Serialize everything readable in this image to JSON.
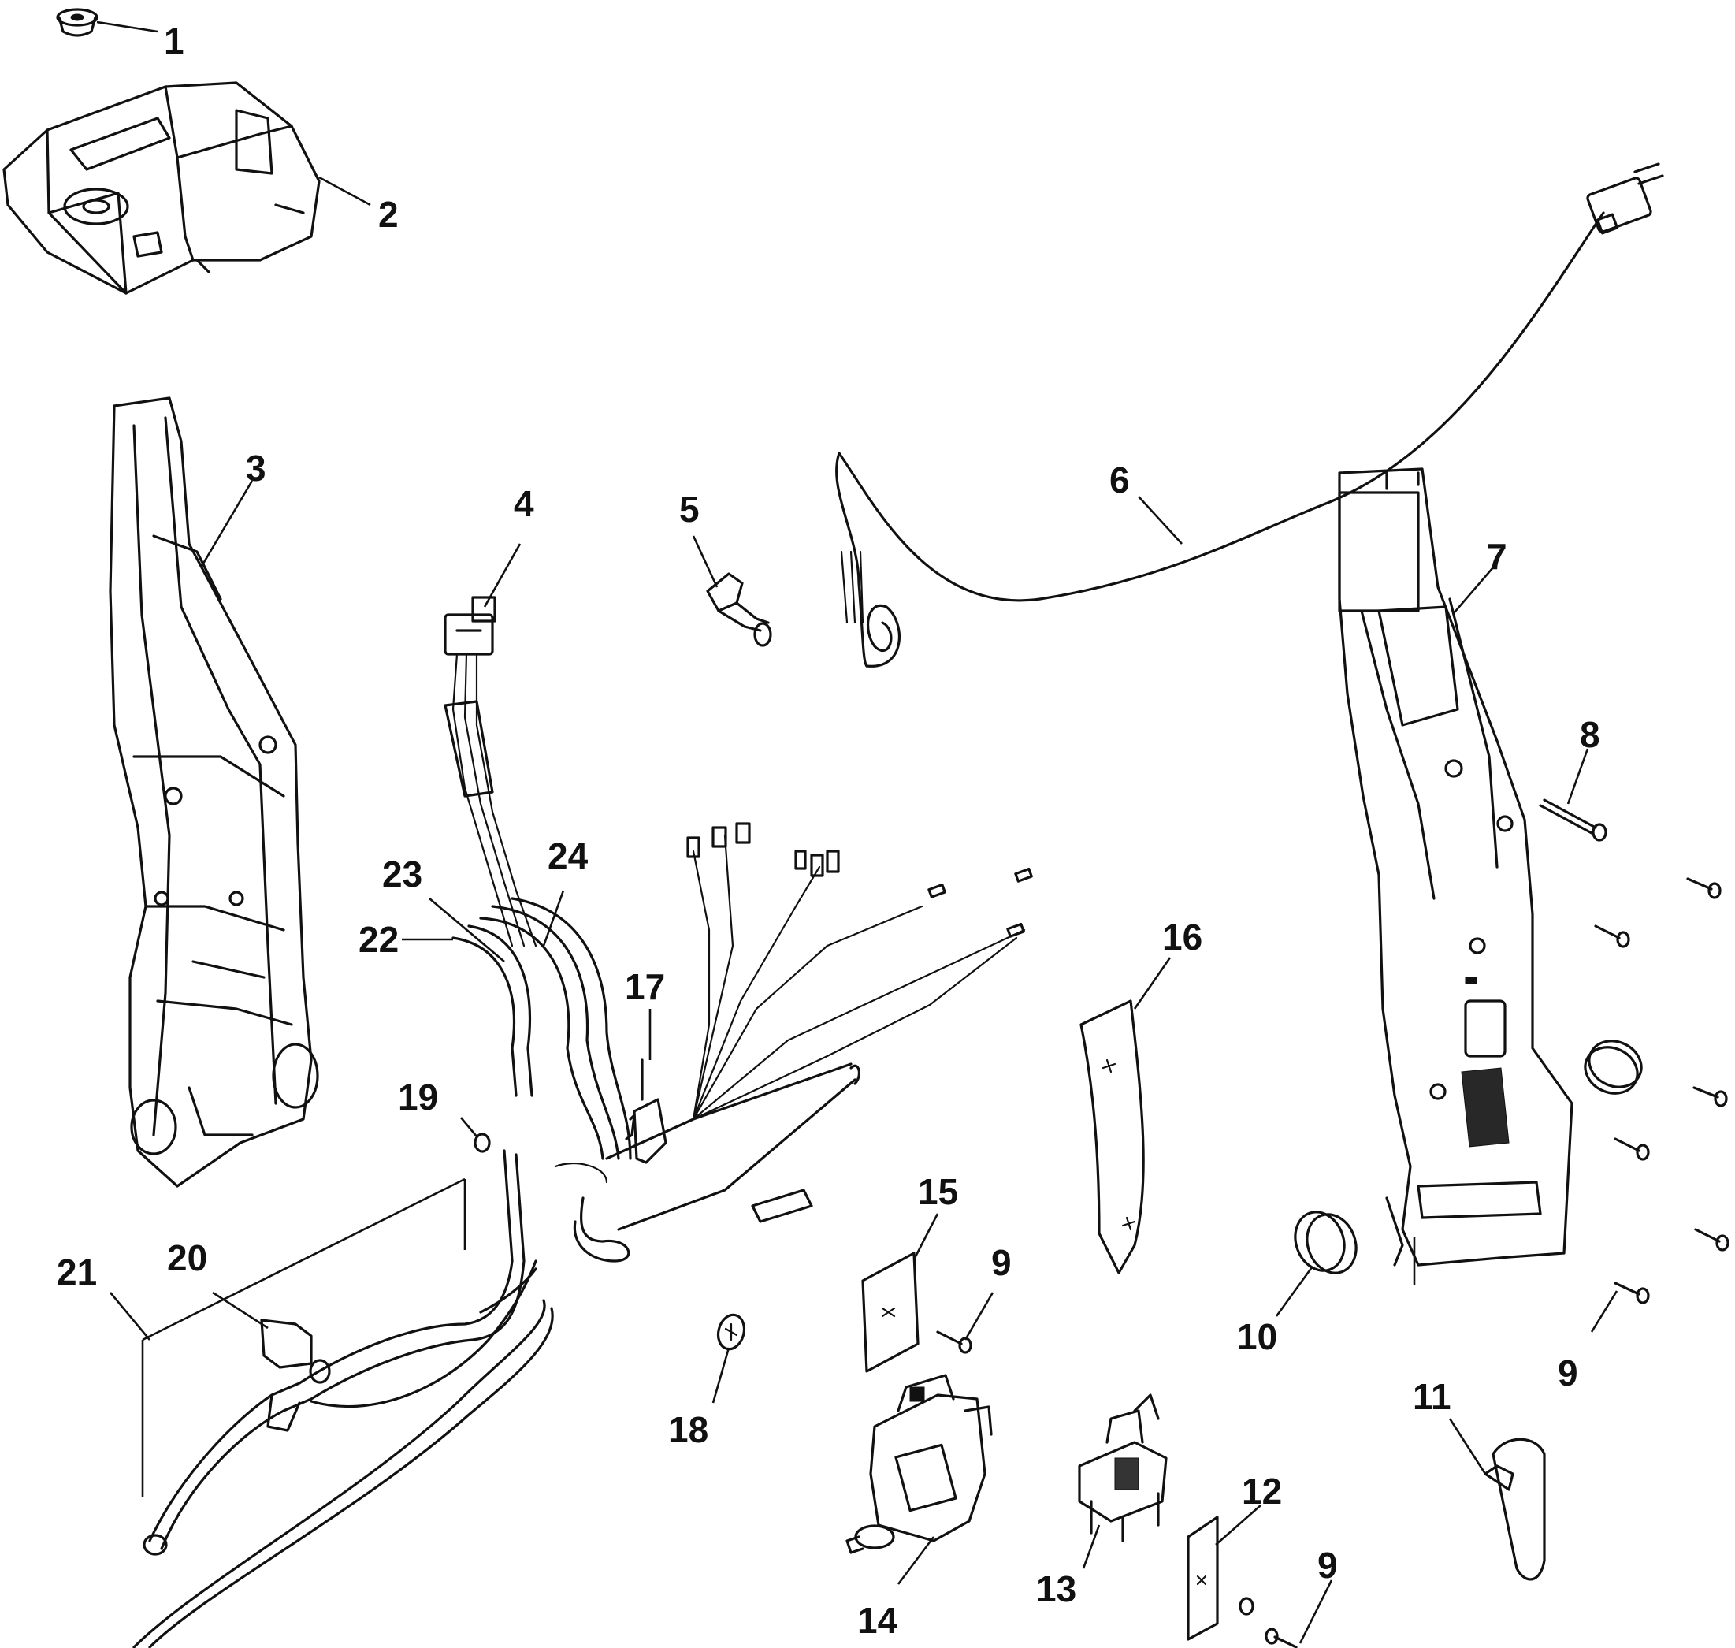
{
  "callouts": [
    "1",
    "2",
    "3",
    "4",
    "5",
    "6",
    "7",
    "8",
    "9",
    "10",
    "11",
    "12",
    "13",
    "14",
    "15",
    "16",
    "17",
    "18",
    "19",
    "20",
    "21",
    "22",
    "23",
    "24"
  ],
  "extra_callouts": {
    "nine_b": "9",
    "nine_c": "9"
  }
}
